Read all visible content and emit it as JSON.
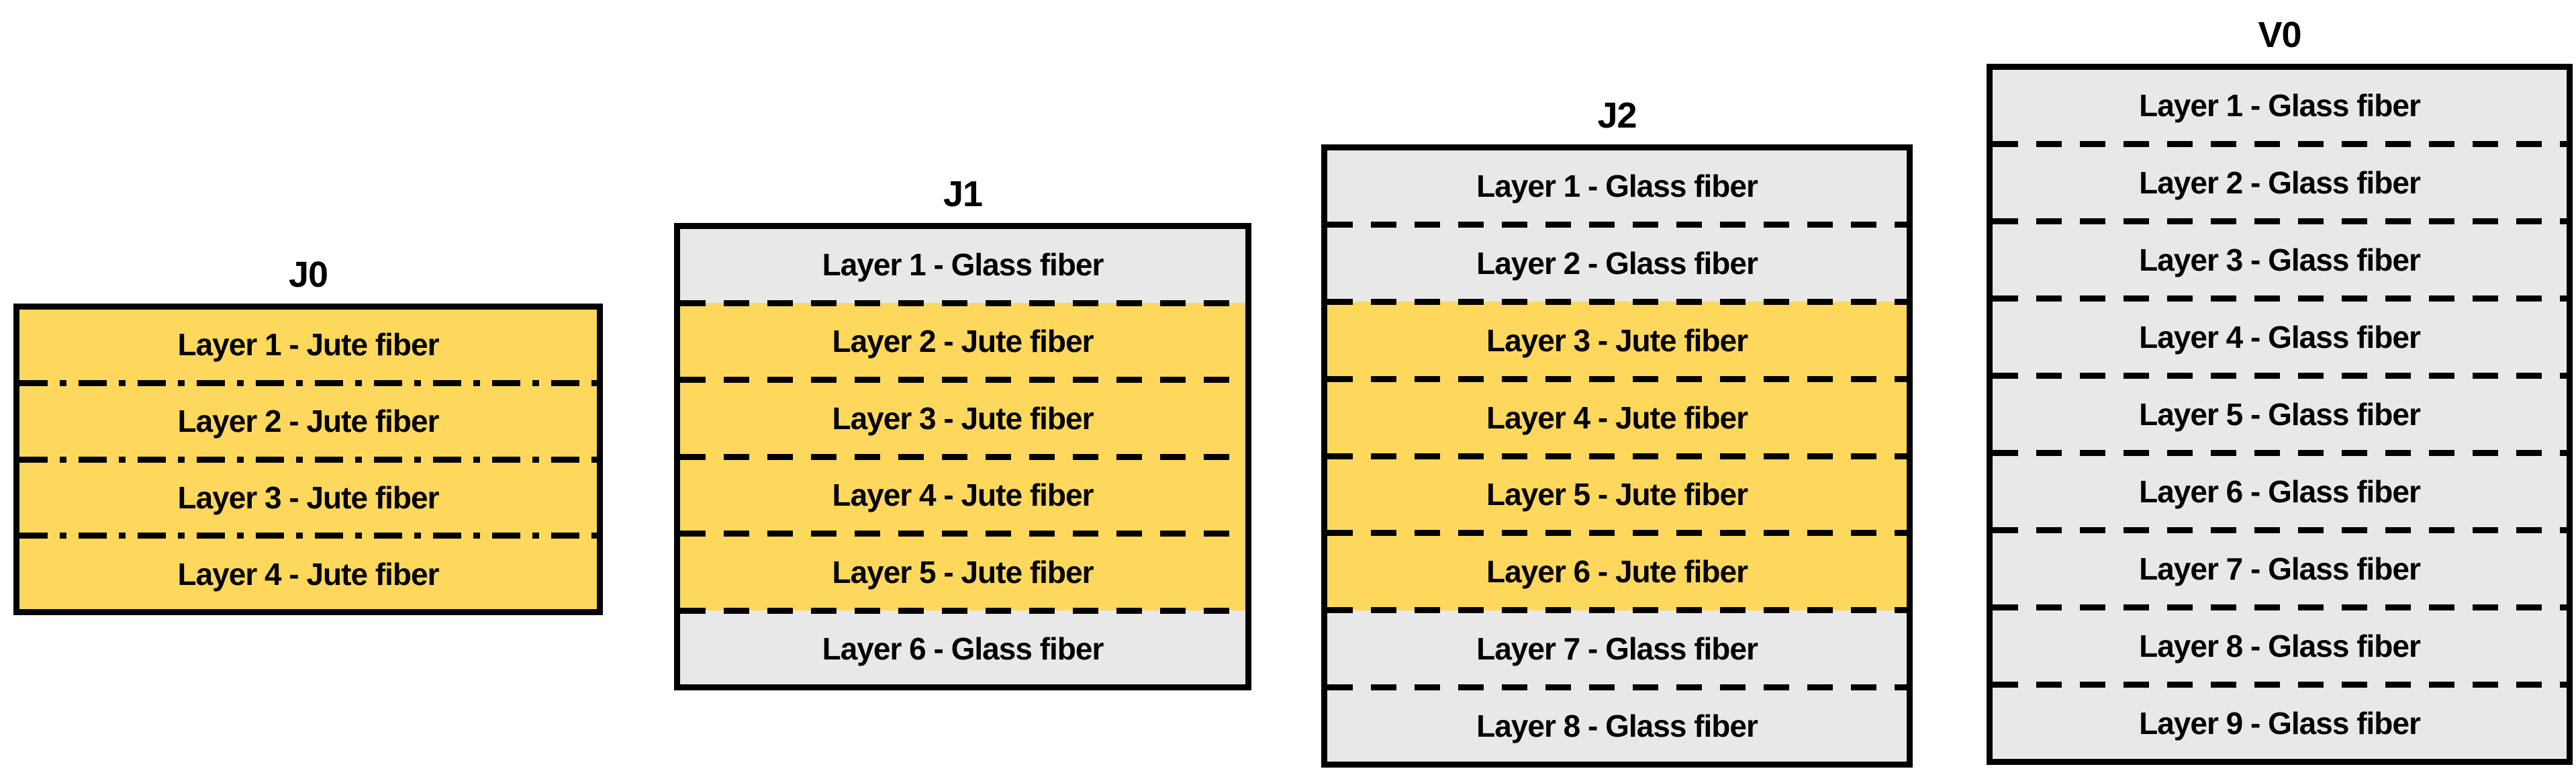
{
  "figure": {
    "background": "#FFFFFF",
    "colors": {
      "jute": "#FDD85D",
      "glass": "#E8E8E8",
      "line": "#000000",
      "text": "#000000"
    },
    "materials": {
      "jute": "Jute fiber",
      "glass": "Glass fiber"
    },
    "panels": [
      {
        "id": "J0",
        "title": "J0",
        "separator_style": "dashdot",
        "layers": [
          {
            "label": "Layer 1 - Jute fiber",
            "material": "jute"
          },
          {
            "label": "Layer 2 - Jute fiber",
            "material": "jute"
          },
          {
            "label": "Layer 3 - Jute fiber",
            "material": "jute"
          },
          {
            "label": "Layer 4 - Jute fiber",
            "material": "jute"
          }
        ]
      },
      {
        "id": "J1",
        "title": "J1",
        "separator_style": "dashed",
        "layers": [
          {
            "label": "Layer 1 - Glass fiber",
            "material": "glass"
          },
          {
            "label": "Layer 2 - Jute fiber",
            "material": "jute"
          },
          {
            "label": "Layer 3 - Jute fiber",
            "material": "jute"
          },
          {
            "label": "Layer 4 - Jute fiber",
            "material": "jute"
          },
          {
            "label": "Layer 5 - Jute fiber",
            "material": "jute"
          },
          {
            "label": "Layer 6 - Glass fiber",
            "material": "glass"
          }
        ]
      },
      {
        "id": "J2",
        "title": "J2",
        "separator_style": "dashed",
        "layers": [
          {
            "label": "Layer 1 - Glass fiber",
            "material": "glass"
          },
          {
            "label": "Layer 2 - Glass fiber",
            "material": "glass"
          },
          {
            "label": "Layer 3 - Jute fiber",
            "material": "jute"
          },
          {
            "label": "Layer 4 - Jute fiber",
            "material": "jute"
          },
          {
            "label": "Layer 5 - Jute fiber",
            "material": "jute"
          },
          {
            "label": "Layer 6 - Jute fiber",
            "material": "jute"
          },
          {
            "label": "Layer 7 - Glass fiber",
            "material": "glass"
          },
          {
            "label": "Layer 8 - Glass fiber",
            "material": "glass"
          }
        ]
      },
      {
        "id": "V0",
        "title": "V0",
        "separator_style": "dashed",
        "layers": [
          {
            "label": "Layer 1 - Glass fiber",
            "material": "glass"
          },
          {
            "label": "Layer 2 - Glass fiber",
            "material": "glass"
          },
          {
            "label": "Layer 3 - Glass fiber",
            "material": "glass"
          },
          {
            "label": "Layer 4 - Glass fiber",
            "material": "glass"
          },
          {
            "label": "Layer 5 - Glass fiber",
            "material": "glass"
          },
          {
            "label": "Layer 6 - Glass fiber",
            "material": "glass"
          },
          {
            "label": "Layer 7 - Glass fiber",
            "material": "glass"
          },
          {
            "label": "Layer 8 - Glass fiber",
            "material": "glass"
          },
          {
            "label": "Layer 9 - Glass fiber",
            "material": "glass"
          }
        ]
      }
    ]
  }
}
